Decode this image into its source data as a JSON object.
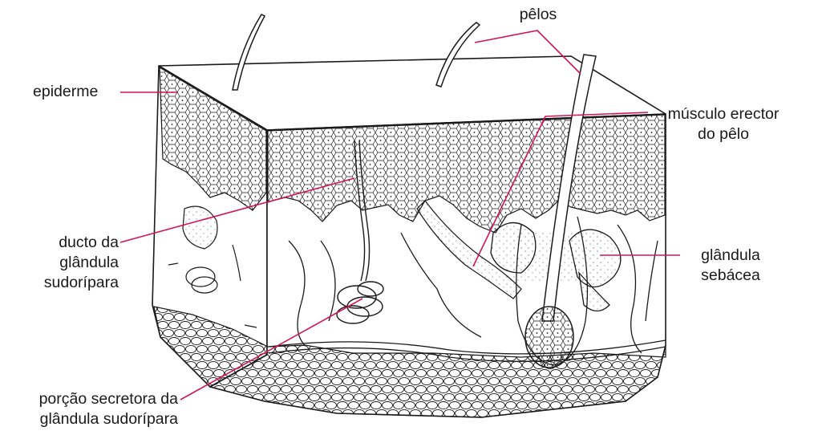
{
  "labels": {
    "pelos": "pêlos",
    "epiderme": "epiderme",
    "musculo_line1": "músculo erector",
    "musculo_line2": "do pêlo",
    "ducto_line1": "ducto da",
    "ducto_line2": "glândula",
    "ducto_line3": "sudorípara",
    "glandula_line1": "glândula",
    "glandula_line2": "sebácea",
    "porcao_line1": "porção secretora da",
    "porcao_line2": "glândula sudorípara"
  },
  "colors": {
    "leader_line": "#d4145a",
    "ink": "#1a1a1a",
    "background": "#ffffff"
  }
}
